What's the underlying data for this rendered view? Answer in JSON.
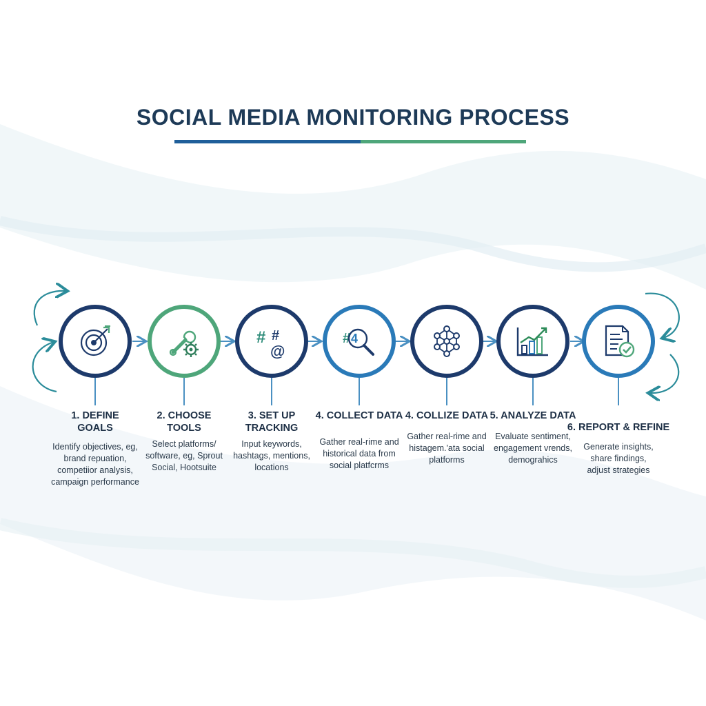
{
  "title": "SOCIAL MEDIA MONITORING PROCESS",
  "colors": {
    "navy": "#1d3a6b",
    "green": "#4ea67a",
    "blue": "#2a7ab8",
    "teal": "#2b8c9a",
    "connector": "#4a90c2"
  },
  "steps": [
    {
      "title": "1. DEFINE GOALS",
      "description": "Identify objectives, eg, brand repuation, competiior analysis, campaign performance",
      "icon": "target-icon",
      "ring_color": "#1d3a6b"
    },
    {
      "title": "2. CHOOSE TOOLS",
      "description": "Select platforms/ software, eg, Sprout Social, Hootsuite",
      "icon": "wrench-gear-icon",
      "ring_color": "#4ea67a"
    },
    {
      "title": "3. SET UP TRACKING",
      "description": "Input keywords, hashtags, mentions, locations",
      "icon": "hashtag-at-icon",
      "ring_color": "#1d3a6b"
    },
    {
      "title": "4. COLLECT DATA",
      "description": "Gather real-rime and historical data from social platfcrms",
      "icon": "hashtag-search-icon",
      "ring_color": "#2a7ab8"
    },
    {
      "title": "4. COLLIZE DATA",
      "description": "Gather real-rime and histagem.'ata social platforms",
      "icon": "network-icon",
      "ring_color": "#1d3a6b"
    },
    {
      "title": "5. ANALYZE DATA",
      "description": "Evaluate sentiment, engagement vrends, demograhics",
      "icon": "bar-chart-icon",
      "ring_color": "#1d3a6b"
    },
    {
      "title": "6. REPORT & REFINE",
      "description": "Generate insights, share findings, adjust strategies",
      "icon": "report-check-icon",
      "ring_color": "#2a7ab8"
    }
  ]
}
